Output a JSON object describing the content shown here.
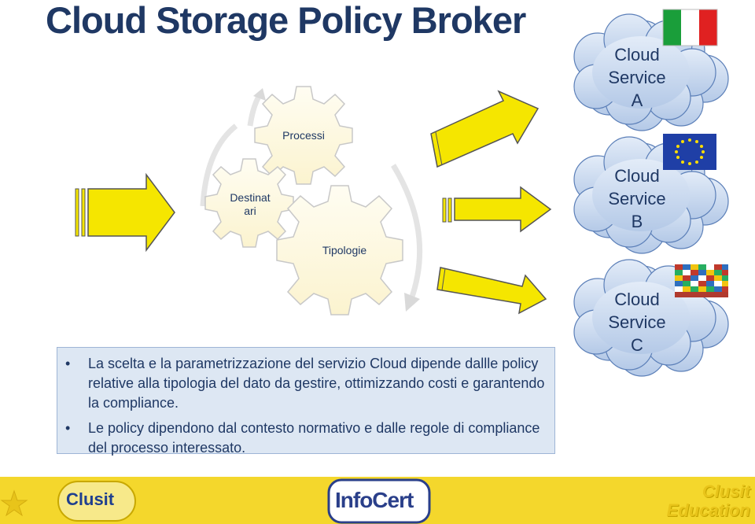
{
  "title": "Cloud Storage Policy Broker",
  "gears": {
    "processi": "Processi",
    "destinatari_line1": "Destinat",
    "destinatari_line2": "ari",
    "tipologie": "Tipologie"
  },
  "clouds": [
    {
      "line1": "Cloud",
      "line2": "Service",
      "line3": "A",
      "flag": "italy-flag"
    },
    {
      "line1": "Cloud",
      "line2": "Service",
      "line3": "B",
      "flag": "eu-flag"
    },
    {
      "line1": "Cloud",
      "line2": "Service",
      "line3": "C",
      "flag": "world-flags"
    }
  ],
  "bullets": [
    "La scelta e la parametrizzazione del servizio Cloud dipende dallle policy relative alla tipologia del dato da gestire, ottimizzando costi e garantendo la compliance.",
    "Le policy dipendono dal contesto normativo e dalle regole di compliance del processo interessato."
  ],
  "footer": {
    "logo_left": "Clusit",
    "logo_center": "InfoCert",
    "right_line1": "Clusit",
    "right_line2": "Education"
  },
  "colors": {
    "title": "#1f3864",
    "arrow_fill": "#f5e600",
    "gear_fill": "#fffbe6",
    "cloud_fill": "#c5d6ee",
    "footer_bg": "#f4d72c"
  }
}
